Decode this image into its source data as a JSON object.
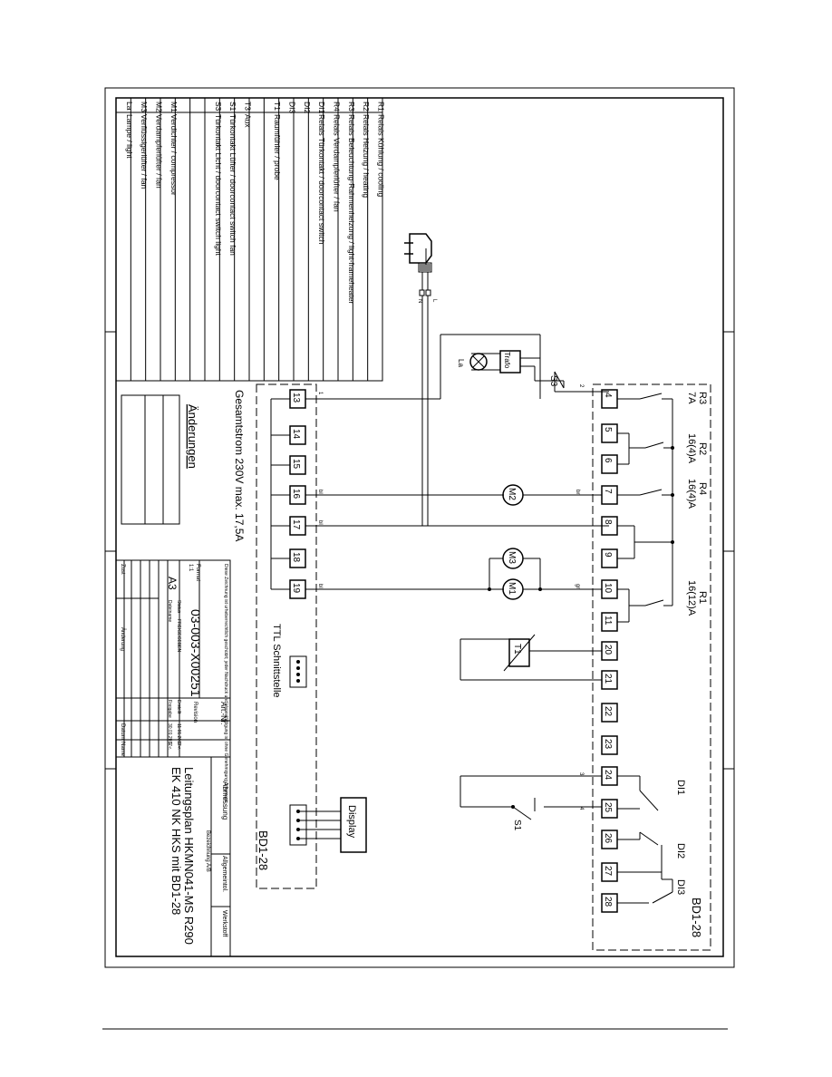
{
  "legend": [
    {
      "code": "R1",
      "text": "Relais Kühlung / cooling"
    },
    {
      "code": "R2",
      "text": "Relais Heizung / heating"
    },
    {
      "code": "R3",
      "text": "Relais Beleuchtung-Rahmenheizung / light-frameheater"
    },
    {
      "code": "R4",
      "text": "Relais Verdampferlüfter / fan"
    },
    {
      "code": "DI1",
      "text": "Relais Türkontakt / doorcontact switch"
    },
    {
      "code": "DI2",
      "text": ""
    },
    {
      "code": "DI3",
      "text": ""
    },
    {
      "code": "T1",
      "text": "Raumfühler / probe"
    },
    {
      "code": "",
      "text": ""
    },
    {
      "code": "T3",
      "text": "Aux"
    },
    {
      "code": "S1",
      "text": "Türkontakt Lüfter / doorcontact switch fan"
    },
    {
      "code": "S3",
      "text": "Türkontakt Licht / doorcontact switch light"
    },
    {
      "code": "",
      "text": ""
    },
    {
      "code": "",
      "text": ""
    },
    {
      "code": "M1",
      "text": "Verdichter / compressor"
    },
    {
      "code": "M2",
      "text": "Verdampferlüfter / fan"
    },
    {
      "code": "M3",
      "text": "Verflüssigerlüfter / fan"
    },
    {
      "code": "La",
      "text": "Lampe / light"
    }
  ],
  "terminals_left": [
    "13",
    "14",
    "15",
    "16",
    "17",
    "18",
    "19"
  ],
  "terminals_right": [
    "4",
    "5",
    "6",
    "7",
    "8",
    "9",
    "10",
    "11",
    "20",
    "21",
    "22",
    "23",
    "24",
    "25",
    "26",
    "27",
    "28"
  ],
  "labels": {
    "gesamtstrom": "Gesamtstrom 230V max. 17,5A",
    "ttl": "TTL Schnittstelle",
    "bd1_left": "BD1-28",
    "bd1_right": "BD1-28",
    "display": "Display",
    "trafo": "Trafo",
    "la": "La",
    "s3": "S3",
    "s1": "S1",
    "t1": "T1",
    "m1": "M1",
    "m2": "M2",
    "m3": "M3",
    "plug_l": "L",
    "plug_n": "N",
    "w_bl1": "bl",
    "w_bl2": "bl",
    "w_bl3": "bl",
    "w_br": "br",
    "w_gr": "gr",
    "w1": "1",
    "w2": "2",
    "w3": "3",
    "w4": "4",
    "r3_name": "R3",
    "r3_rating": "7A",
    "r2_name": "R2",
    "r2_rating": "16(4)A",
    "r4_name": "R4",
    "r4_rating": "16(4)A",
    "r1_name": "R1",
    "r1_rating": "16(12)A",
    "di1": "DI1",
    "di2": "DI2",
    "di3": "DI3"
  },
  "changes_title": "Änderungen",
  "title_block": {
    "note": "Diese Zeichnung ist urheberrechtlich geschützt; jeder Nachdruck und Vervielfältigung ist ohne Genehmigung untersagt.",
    "artnr_label": "Art.-Nr.",
    "artnr_value": "03-003-X00251",
    "revision_label": "Revision",
    "format_label": "Format",
    "format_value": "A3",
    "status_label": "Status",
    "status_value": "FREIGEGEBEN",
    "dateiname_label": "Dateiname",
    "scale_label": "1:1",
    "erstellt_label": "Erstellt",
    "erstellt_value": "11.01.2017",
    "freigabe_label": "Freigabe",
    "freigabe_value": "30.01.2017",
    "sign1": "S.-r.",
    "sign2": "S.-r.",
    "abmessung_label": "Abmessung",
    "allgemeintol_label": "Allgemeintol.",
    "werkstoff_label": "Werkstoff",
    "bezeichnung_label": "Bezeichnung A/B",
    "title_line1": "Leitungsplan HKMN041-MS R290",
    "title_line2": "EK 410 NK HKS mit BD1-28",
    "zust_label": "Zust",
    "aenderung_label": "Änderung",
    "datum_label": "Datum",
    "name_label": "Name"
  }
}
